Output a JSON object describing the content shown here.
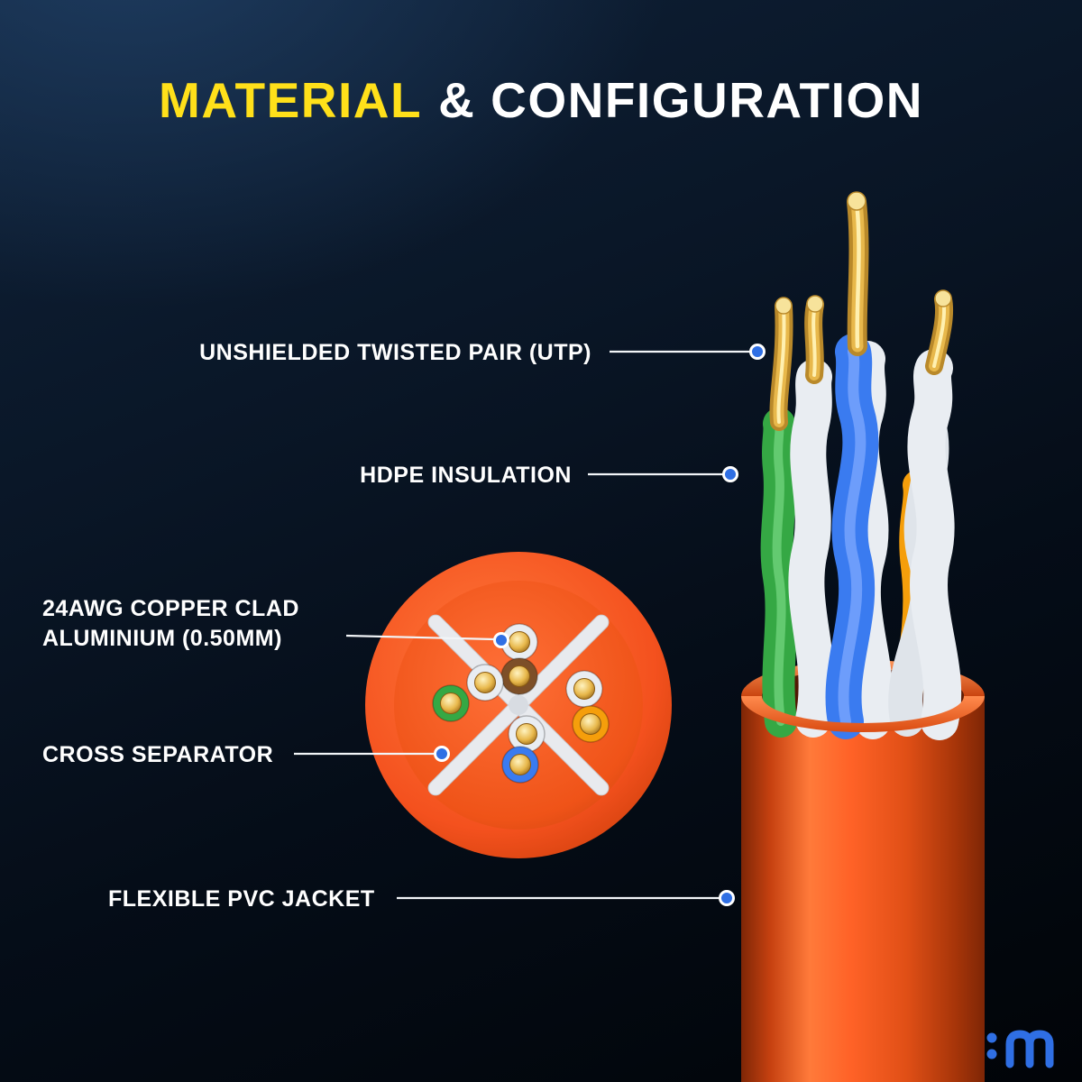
{
  "title": {
    "highlight": "MATERIAL",
    "rest": "& CONFIGURATION"
  },
  "callouts": {
    "utp": {
      "label": "UNSHIELDED TWISTED PAIR (UTP)"
    },
    "hdpe": {
      "label": "HDPE INSULATION"
    },
    "awg": {
      "label_line1": "24AWG COPPER CLAD",
      "label_line2": "ALUMINIUM (0.50MM)"
    },
    "cross_separator": {
      "label": "CROSS SEPARATOR"
    },
    "pvc_jacket": {
      "label": "FLEXIBLE PVC JACKET"
    }
  },
  "colors": {
    "accent_yellow": "#FFE01A",
    "text_white": "#FFFFFF",
    "background_navy": "#0B1A2E",
    "jacket_orange": "#F4511E",
    "wire_blue": "#3A7BF0",
    "wire_green": "#35A844",
    "wire_orange": "#F59E0B",
    "wire_brown": "#7D4F28",
    "wire_white": "#E9EDF2",
    "copper_gold": "#E8B84B",
    "callout_dot_blue": "#2F6FE4"
  },
  "icons": {
    "brand_logo": "brand-logo"
  }
}
